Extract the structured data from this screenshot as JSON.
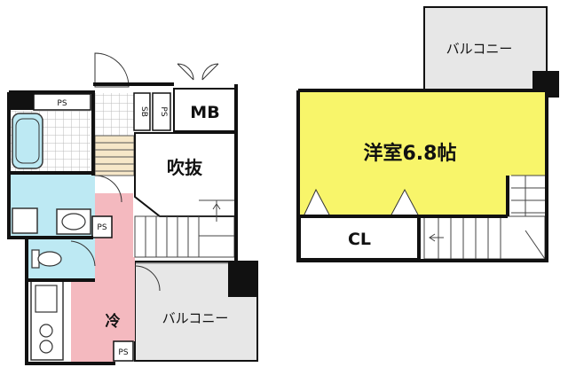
{
  "rooms": {
    "western_room": "洋室6.8帖",
    "closet": "CL",
    "balcony_upper": "バルコニー",
    "balcony_lower": "バルコニー",
    "fukinuke": "吹抜",
    "meter_box": "MB",
    "fridge": "冷",
    "shoe_box": "SB",
    "pipe_space": "PS"
  },
  "colors": {
    "western_room": "#f8f56a",
    "bath_area": "#bde9f3",
    "kitchen_corridor": "#f4b9bf",
    "balcony": "#e7e7e7",
    "wall": "#111111"
  }
}
